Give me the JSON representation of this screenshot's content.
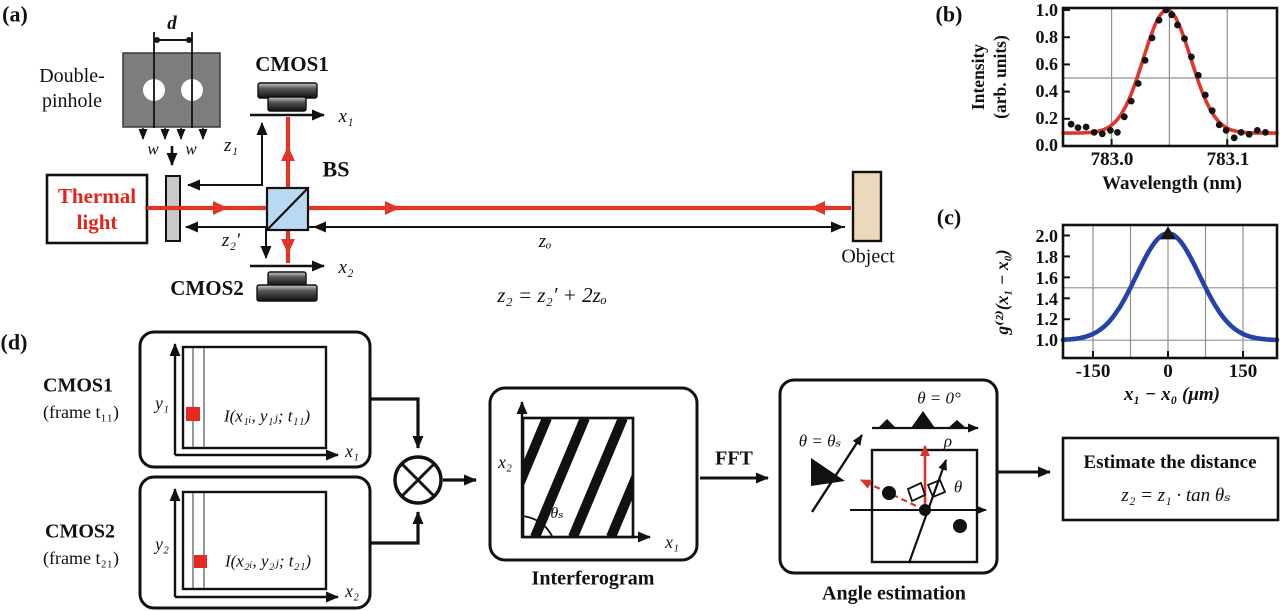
{
  "figure": {
    "panel_tags": {
      "a": "(a)",
      "b": "(b)",
      "c": "(c)",
      "d": "(d)"
    },
    "panel_a": {
      "double_pinhole_line1": "Double-",
      "double_pinhole_line2": "pinhole",
      "dim_d": "d",
      "dim_w_left": "w",
      "dim_w_right": "w",
      "cmos1": "CMOS1",
      "cmos2": "CMOS2",
      "bs": "BS",
      "thermal_line1": "Thermal",
      "thermal_line2": "light",
      "axis_x1": "x₁",
      "axis_x2": "x₂",
      "dim_z1": "z₁",
      "dim_z2_prime": "z₂′",
      "dim_zo": "zₒ",
      "object": "Object",
      "equation": "z₂ = z₂′ + 2zₒ"
    },
    "panel_d": {
      "cmos1_title": "CMOS1",
      "cmos1_frame": "(frame t₁₁)",
      "cmos2_title": "CMOS2",
      "cmos2_frame": "(frame t₂₁)",
      "frame1_axis_y": "y₁",
      "frame1_axis_x": "x₁",
      "frame1_intensity": "I(x₁ᵢ, y₁ⱼ; t₁₁)",
      "frame2_axis_y": "y₂",
      "frame2_axis_x": "x₂",
      "frame2_intensity": "I(x₂ᵢ, y₂ⱼ; t₂₁)",
      "interferogram_label": "Interferogram",
      "interferogram_axis_x": "x₁",
      "interferogram_axis_y": "x₂",
      "interferogram_angle": "θₛ",
      "fft": "FFT",
      "angle_label": "Angle estimation",
      "angle_theta0": "θ = 0°",
      "angle_rho": "ρ",
      "angle_thetas": "θ = θₛ",
      "angle_theta": "θ",
      "estimate_line1": "Estimate the distance",
      "estimate_line2": "z₂ = z₁ · tan θₛ"
    },
    "colors": {
      "beam_red": "#e0352b",
      "bs_fill": "#b9d9f2",
      "object_fill": "#ecd9bc",
      "pinhole_gray": "#7d7d7d",
      "plate_gray": "#c9c9c9",
      "curve_red": "#e0352b",
      "curve_blue": "#2343a6"
    }
  },
  "chart_data": [
    {
      "id": "spectrum",
      "type": "scatter",
      "title": "",
      "xlabel": "Wavelength (nm)",
      "ylabel_line1": "Intensity",
      "ylabel_line2": "(arb. units)",
      "xlim": [
        782.958,
        783.143
      ],
      "ylim": [
        0,
        1.015
      ],
      "xticks": [
        783.0,
        783.1
      ],
      "yticks": [
        1.0,
        0.8,
        0.6,
        0.4,
        0.2,
        0.0
      ],
      "xticklabels": [
        "783.0",
        "783.1"
      ],
      "yticklabels": [
        "1.0",
        "0.8",
        "0.6",
        "0.4",
        "0.2",
        "0.0"
      ],
      "grid_x": [
        783.0,
        783.05,
        783.1
      ],
      "grid_y": [
        0.5
      ],
      "legend": null,
      "fit": {
        "shape": "gaussian",
        "center": 783.048,
        "sigma": 0.0205,
        "baseline": 0.095,
        "amplitude": 0.905,
        "color": "#e0352b",
        "width": 3.6
      },
      "points_color": "#141414",
      "points": [
        [
          782.965,
          0.16
        ],
        [
          782.971,
          0.135
        ],
        [
          782.978,
          0.14
        ],
        [
          782.985,
          0.1
        ],
        [
          782.992,
          0.09
        ],
        [
          782.999,
          0.115
        ],
        [
          783.005,
          0.1
        ],
        [
          783.011,
          0.215
        ],
        [
          783.017,
          0.33
        ],
        [
          783.023,
          0.46
        ],
        [
          783.029,
          0.63
        ],
        [
          783.035,
          0.795
        ],
        [
          783.041,
          0.925
        ],
        [
          783.047,
          1.0
        ],
        [
          783.052,
          0.965
        ],
        [
          783.057,
          0.89
        ],
        [
          783.063,
          0.79
        ],
        [
          783.069,
          0.655
        ],
        [
          783.075,
          0.52
        ],
        [
          783.081,
          0.375
        ],
        [
          783.087,
          0.26
        ],
        [
          783.093,
          0.155
        ],
        [
          783.099,
          0.115
        ],
        [
          783.106,
          0.06
        ],
        [
          783.112,
          0.1
        ],
        [
          783.119,
          0.085
        ],
        [
          783.126,
          0.115
        ],
        [
          783.133,
          0.1
        ]
      ]
    },
    {
      "id": "g2",
      "type": "line",
      "title": "",
      "xlabel": "x₁ − x₀ (μm)",
      "ylabel": "g⁽²⁾(x₁ − x₀)",
      "xlim": [
        -210,
        218
      ],
      "ylim": [
        0.83,
        2.1
      ],
      "xticks": [
        -150,
        0,
        150
      ],
      "yticks": [
        2.0,
        1.8,
        1.6,
        1.4,
        1.2,
        1.0
      ],
      "xticklabels": [
        "-150",
        "0",
        "150"
      ],
      "yticklabels": [
        "2.0",
        "1.8",
        "1.6",
        "1.4",
        "1.2",
        "1.0"
      ],
      "grid_x": [
        -150,
        -75,
        0,
        75,
        150
      ],
      "grid_y": [
        1.5,
        1.0
      ],
      "legend": null,
      "fit": {
        "shape": "gaussian",
        "center": 0,
        "sigma": 63,
        "baseline": 1.0,
        "amplitude": 1.02,
        "color": "#2343a6",
        "width": 4.6
      },
      "peak_marker": {
        "x": 0,
        "y": 2.02,
        "color": "#15171a"
      }
    }
  ]
}
